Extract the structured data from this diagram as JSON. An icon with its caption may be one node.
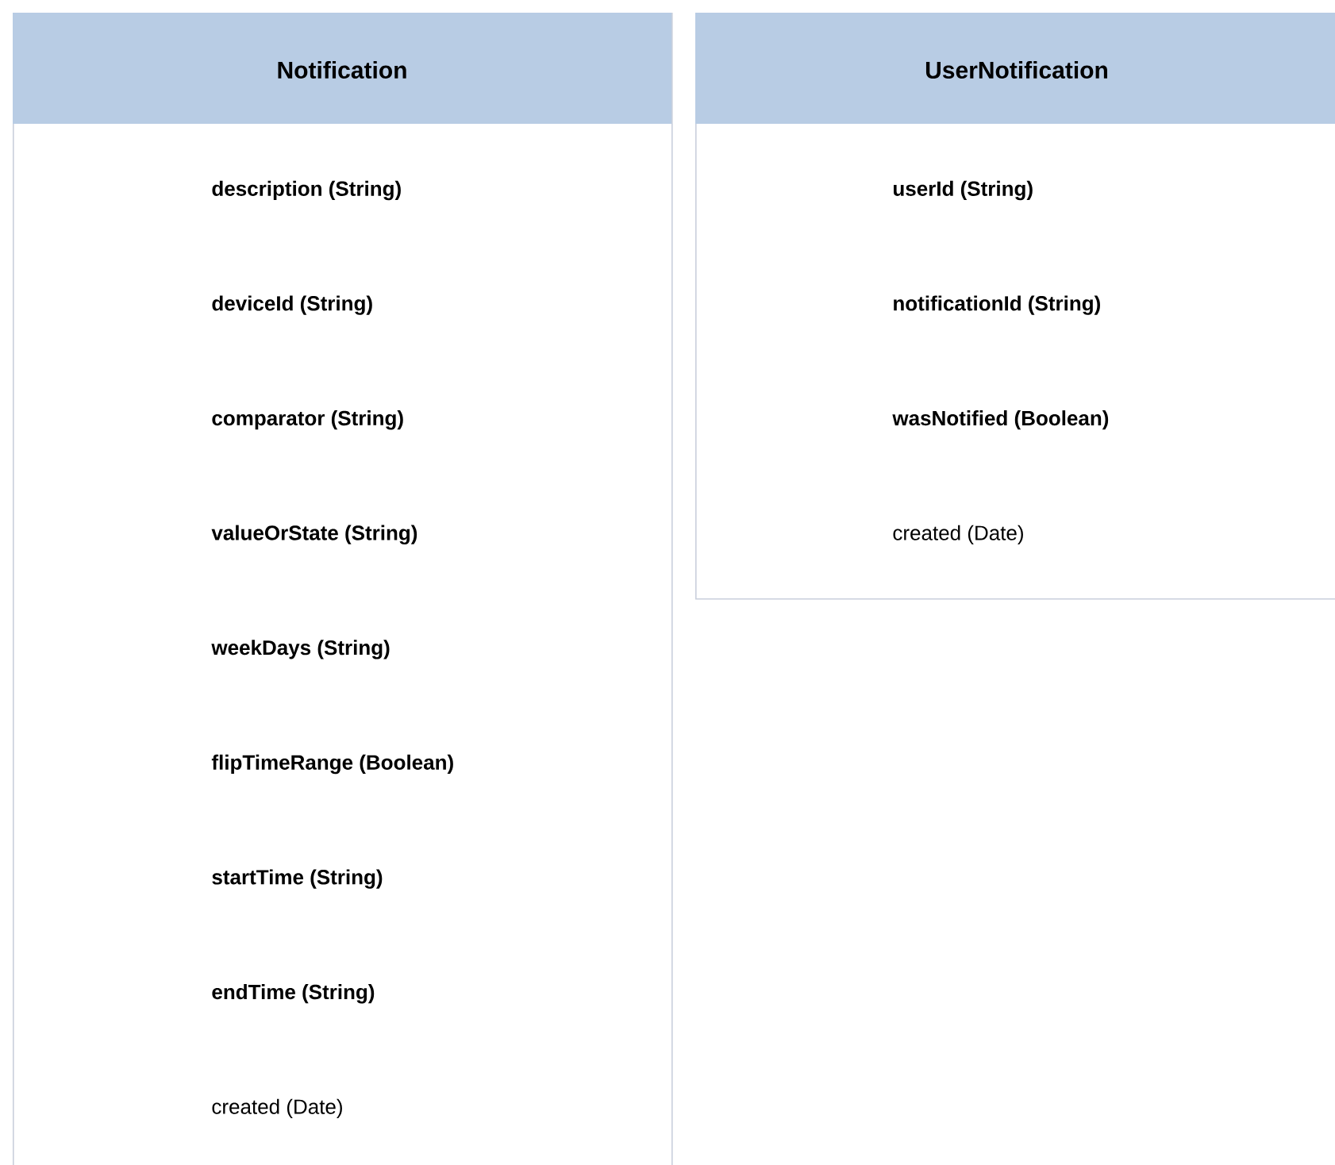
{
  "diagram": {
    "nodes": [
      {
        "text": [
          "Notification",
          "description (String)",
          "deviceId (String)",
          "comparator (String)",
          "valueOrState (String)",
          "weekDays (String)",
          "flipTimeRange (Boolean)",
          "startTime (String)",
          "endTime (String)",
          "created (Date)"
        ]
      },
      {
        "text": [
          "UserNotification",
          "userId (String)",
          "notificationId (String)",
          "wasNotified (Boolean)",
          "created (Date)"
        ]
      }
    ]
  }
}
